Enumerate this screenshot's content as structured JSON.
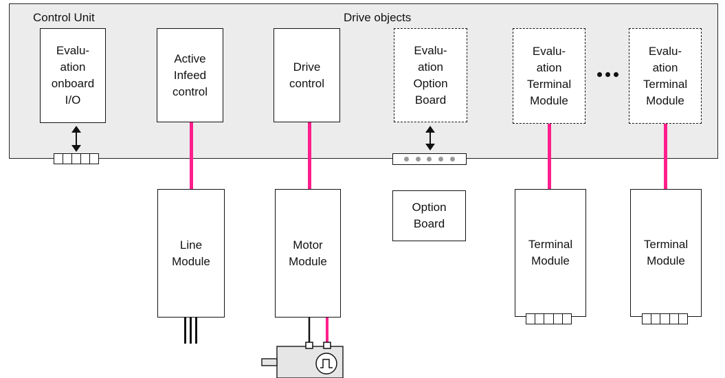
{
  "panel": {
    "control_unit_label": "Control Unit",
    "drive_objects_label": "Drive objects"
  },
  "boxes": {
    "eval_onboard": "Evalu-\nation\nonboard\nI/O",
    "active_infeed": "Active\nInfeed\ncontrol",
    "drive_control": "Drive\ncontrol",
    "eval_option_board": "Evalu-\nation\nOption\nBoard",
    "eval_terminal_1": "Evalu-\nation\nTerminal\nModule",
    "eval_terminal_2": "Evalu-\nation\nTerminal\nModule",
    "line_module": "Line\nModule",
    "motor_module": "Motor\nModule",
    "option_board": "Option\nBoard",
    "terminal_module_1": "Terminal\nModule",
    "terminal_module_2": "Terminal\nModule"
  },
  "colors": {
    "drive_cliq_link": "#ff1e8c",
    "panel_fill": "#ececec"
  }
}
